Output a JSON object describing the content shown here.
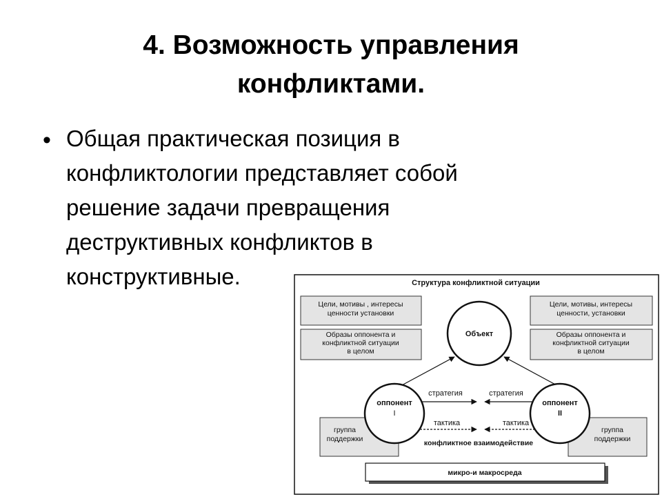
{
  "slide": {
    "title_line1": "4. Возможность управления",
    "title_line2": "конфликтами.",
    "bullet_lines": [
      "Общая практическая позиция в",
      "конфликтологии представляет собой",
      "решение задачи превращения",
      "деструктивных конфликтов в",
      "конструктивные."
    ]
  },
  "diagram": {
    "title": "Структура конфликтной ситуации",
    "object": "Объект",
    "left_goals": [
      "Цели, мотивы , интересы",
      "ценности установки"
    ],
    "right_goals": [
      "Цели, мотивы, интересы",
      "ценности, установки"
    ],
    "left_images": [
      "Образы оппонента и",
      "конфликтной ситуации",
      "в целом"
    ],
    "right_images": [
      "Образы оппонента и",
      "конфликтной ситуации",
      "в целом"
    ],
    "opponent1": [
      "оппонент",
      "I"
    ],
    "opponent2": [
      "оппонент",
      "II"
    ],
    "strategy_left": "стратегия",
    "strategy_right": "стратегия",
    "tactics_left": "тактика",
    "tactics_right": "тактика",
    "support_left": [
      "группа",
      "поддержки"
    ],
    "support_right": [
      "группа",
      "поддержки"
    ],
    "interaction": "конфликтное взаимодействие",
    "environment": "микро-и макросреда"
  }
}
